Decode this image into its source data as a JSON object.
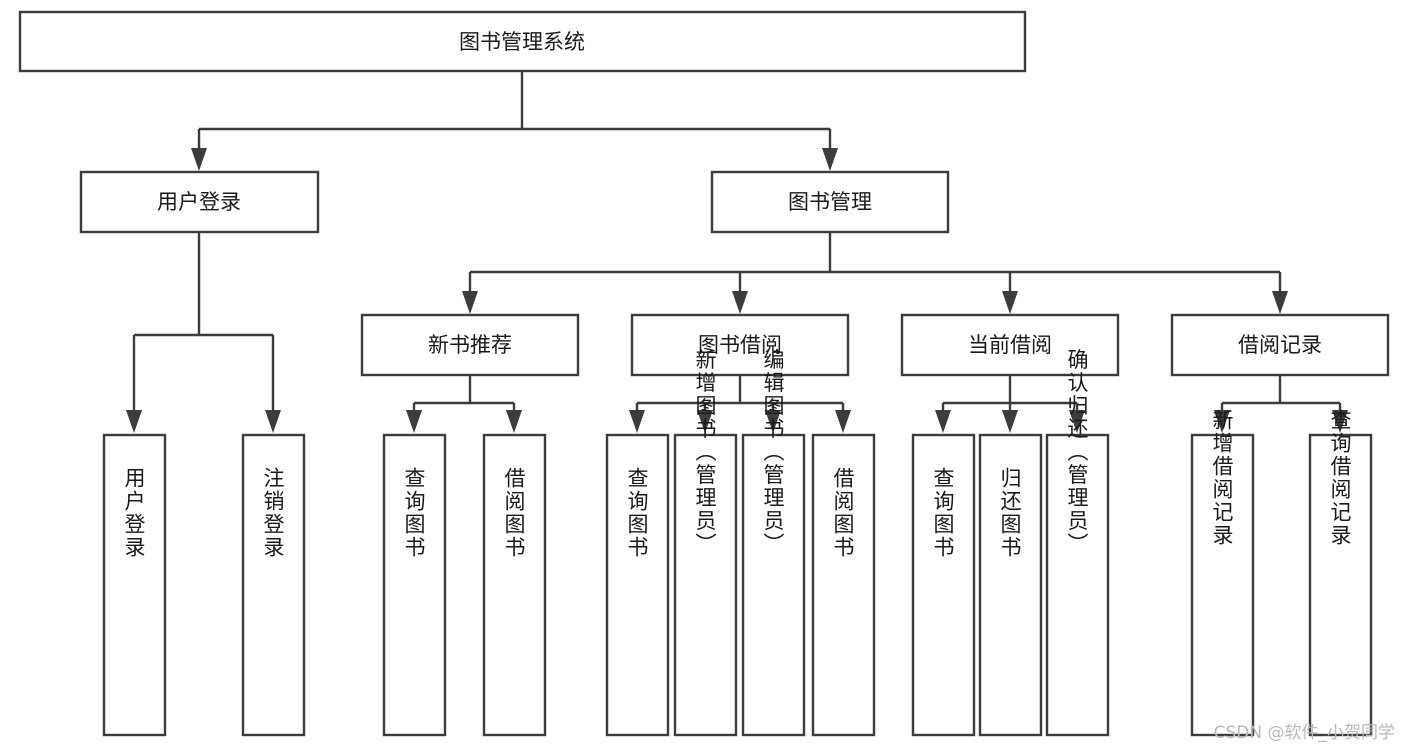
{
  "diagram": {
    "title": "图书管理系统",
    "type": "hierarchy-tree",
    "root": {
      "id": "root",
      "label": "图书管理系统"
    },
    "level1": [
      {
        "id": "user-login",
        "label": "用户登录"
      },
      {
        "id": "book-management",
        "label": "图书管理"
      }
    ],
    "level2": [
      {
        "id": "new-book-recommend",
        "label": "新书推荐",
        "parent": "book-management"
      },
      {
        "id": "book-borrow",
        "label": "图书借阅",
        "parent": "book-management"
      },
      {
        "id": "current-borrow",
        "label": "当前借阅",
        "parent": "book-management"
      },
      {
        "id": "borrow-record",
        "label": "借阅记录",
        "parent": "book-management"
      }
    ],
    "leaves": [
      {
        "id": "leaf-user-login",
        "label": "用户登录",
        "parent": "user-login"
      },
      {
        "id": "leaf-logout-login",
        "label": "注销登录",
        "parent": "user-login"
      },
      {
        "id": "leaf-query-book-1",
        "label": "查询图书",
        "parent": "new-book-recommend"
      },
      {
        "id": "leaf-borrow-book-1",
        "label": "借阅图书",
        "parent": "new-book-recommend"
      },
      {
        "id": "leaf-query-book-2",
        "label": "查询图书",
        "parent": "book-borrow"
      },
      {
        "id": "leaf-add-book",
        "label": "新增图书（管理员）",
        "parent": "book-borrow"
      },
      {
        "id": "leaf-edit-book",
        "label": "编辑图书（管理员）",
        "parent": "book-borrow"
      },
      {
        "id": "leaf-borrow-book-2",
        "label": "借阅图书",
        "parent": "book-borrow"
      },
      {
        "id": "leaf-query-book-3",
        "label": "查询图书",
        "parent": "current-borrow"
      },
      {
        "id": "leaf-return-book",
        "label": "归还图书",
        "parent": "current-borrow"
      },
      {
        "id": "leaf-confirm-return",
        "label": "确认归还（管理员）",
        "parent": "current-borrow"
      },
      {
        "id": "leaf-add-record",
        "label": "新增借阅记录",
        "parent": "borrow-record"
      },
      {
        "id": "leaf-query-record",
        "label": "查询借阅记录",
        "parent": "borrow-record"
      }
    ]
  },
  "watermark": {
    "text": "CSDN @软件_小贺同学"
  },
  "colors": {
    "stroke": "#3c3c3c",
    "text": "#1a1a1a",
    "background": "#ffffff",
    "watermark": "#b9b9b9"
  }
}
